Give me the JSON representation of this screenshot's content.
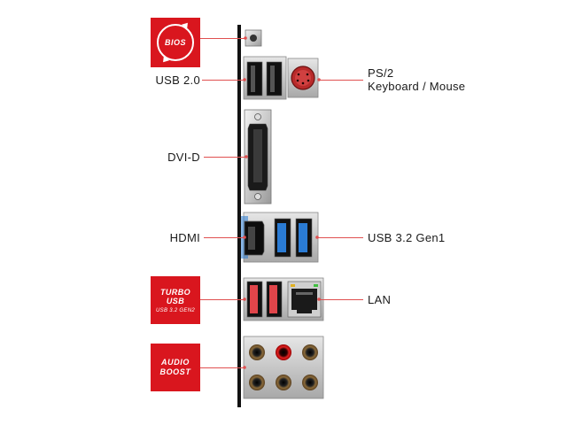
{
  "badges": {
    "bios": "BIOS",
    "turbo_line1": "TURBO USB",
    "turbo_line2": "USB 3.2 GEN2",
    "audio_line1": "AUDIO",
    "audio_line2": "BOOST"
  },
  "labels": {
    "usb20": "USB 2.0",
    "ps2_line1": "PS/2",
    "ps2_line2": "Keyboard / Mouse",
    "dvid": "DVI-D",
    "hdmi": "HDMI",
    "usb32": "USB 3.2 Gen1",
    "lan": "LAN"
  },
  "colors": {
    "accent_red": "#d9161e",
    "lead_line": "#e05050",
    "usb3_blue": "#2a7bd4",
    "usb_gen2_red": "#e0454a",
    "usb2_black": "#1a1a1a",
    "ps2_purple": "#c0392b"
  }
}
